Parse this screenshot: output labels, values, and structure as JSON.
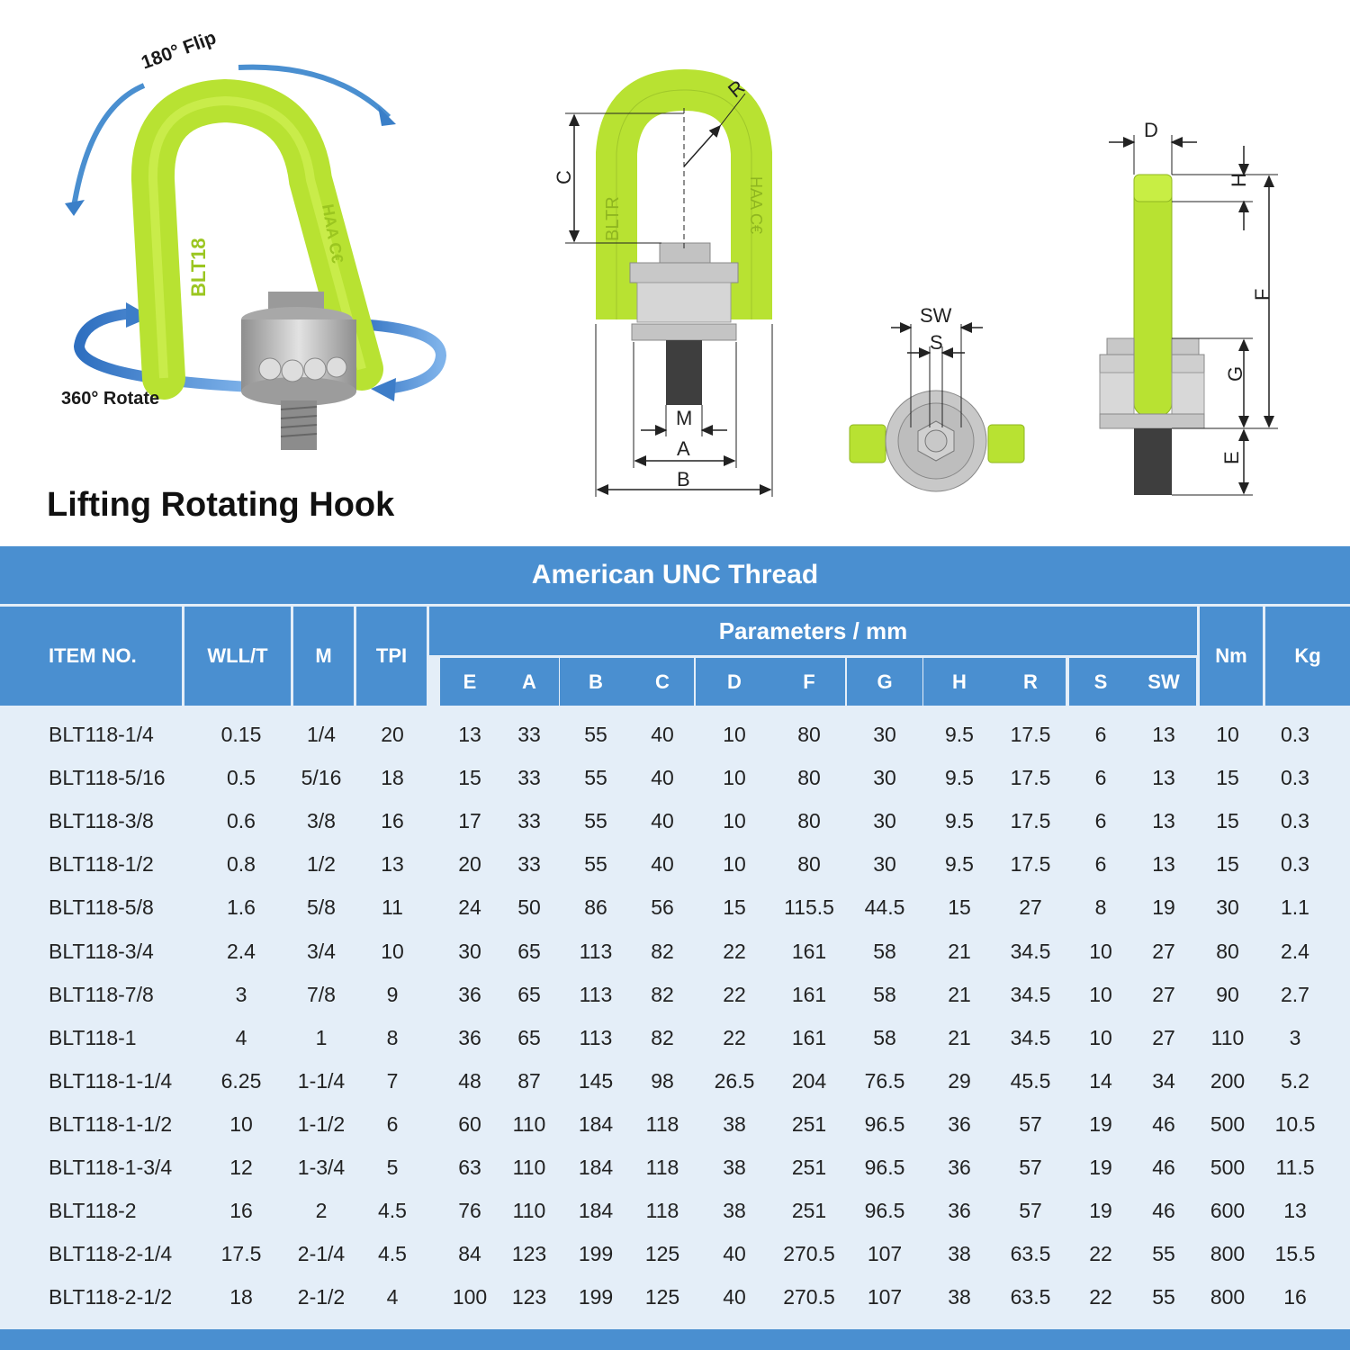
{
  "hero": {
    "title": "Lifting Rotating Hook",
    "flip_label": "180° Flip",
    "rotate_label": "360° Rotate",
    "ring_text_left": "BLT18",
    "ring_text_right": "HAA C€"
  },
  "drawing": {
    "front_ring_left": "BLTR",
    "front_ring_right": "HAA C€",
    "labels": {
      "R": "R",
      "C": "C",
      "M": "M",
      "A": "A",
      "B": "B",
      "SW": "SW",
      "S": "S",
      "D": "D",
      "H": "H",
      "F": "F",
      "G": "G",
      "E": "E"
    }
  },
  "colors": {
    "accent_blue": "#4a8fd0",
    "table_bg": "#e4eef8",
    "hook_green": "#b8e232",
    "steel": "#b5b5b5"
  },
  "table": {
    "banner": "American UNC Thread",
    "group_header": "Parameters / mm",
    "headers": {
      "item": "ITEM NO.",
      "wll": "WLL/T",
      "m": "M",
      "tpi": "TPI",
      "nm": "Nm",
      "kg": "Kg"
    },
    "param_headers": [
      "E",
      "A",
      "B",
      "C",
      "D",
      "F",
      "G",
      "H",
      "R",
      "S",
      "SW"
    ],
    "rows": [
      [
        "BLT118-1/4",
        "0.15",
        "1/4",
        "20",
        "13",
        "33",
        "55",
        "40",
        "10",
        "80",
        "30",
        "9.5",
        "17.5",
        "6",
        "13",
        "10",
        "0.3"
      ],
      [
        "BLT118-5/16",
        "0.5",
        "5/16",
        "18",
        "15",
        "33",
        "55",
        "40",
        "10",
        "80",
        "30",
        "9.5",
        "17.5",
        "6",
        "13",
        "15",
        "0.3"
      ],
      [
        "BLT118-3/8",
        "0.6",
        "3/8",
        "16",
        "17",
        "33",
        "55",
        "40",
        "10",
        "80",
        "30",
        "9.5",
        "17.5",
        "6",
        "13",
        "15",
        "0.3"
      ],
      [
        "BLT118-1/2",
        "0.8",
        "1/2",
        "13",
        "20",
        "33",
        "55",
        "40",
        "10",
        "80",
        "30",
        "9.5",
        "17.5",
        "6",
        "13",
        "15",
        "0.3"
      ],
      [
        "BLT118-5/8",
        "1.6",
        "5/8",
        "11",
        "24",
        "50",
        "86",
        "56",
        "15",
        "115.5",
        "44.5",
        "15",
        "27",
        "8",
        "19",
        "30",
        "1.1"
      ],
      [
        "BLT118-3/4",
        "2.4",
        "3/4",
        "10",
        "30",
        "65",
        "113",
        "82",
        "22",
        "161",
        "58",
        "21",
        "34.5",
        "10",
        "27",
        "80",
        "2.4"
      ],
      [
        "BLT118-7/8",
        "3",
        "7/8",
        "9",
        "36",
        "65",
        "113",
        "82",
        "22",
        "161",
        "58",
        "21",
        "34.5",
        "10",
        "27",
        "90",
        "2.7"
      ],
      [
        "BLT118-1",
        "4",
        "1",
        "8",
        "36",
        "65",
        "113",
        "82",
        "22",
        "161",
        "58",
        "21",
        "34.5",
        "10",
        "27",
        "110",
        "3"
      ],
      [
        "BLT118-1-1/4",
        "6.25",
        "1-1/4",
        "7",
        "48",
        "87",
        "145",
        "98",
        "26.5",
        "204",
        "76.5",
        "29",
        "45.5",
        "14",
        "34",
        "200",
        "5.2"
      ],
      [
        "BLT118-1-1/2",
        "10",
        "1-1/2",
        "6",
        "60",
        "110",
        "184",
        "118",
        "38",
        "251",
        "96.5",
        "36",
        "57",
        "19",
        "46",
        "500",
        "10.5"
      ],
      [
        "BLT118-1-3/4",
        "12",
        "1-3/4",
        "5",
        "63",
        "110",
        "184",
        "118",
        "38",
        "251",
        "96.5",
        "36",
        "57",
        "19",
        "46",
        "500",
        "11.5"
      ],
      [
        "BLT118-2",
        "16",
        "2",
        "4.5",
        "76",
        "110",
        "184",
        "118",
        "38",
        "251",
        "96.5",
        "36",
        "57",
        "19",
        "46",
        "600",
        "13"
      ],
      [
        "BLT118-2-1/4",
        "17.5",
        "2-1/4",
        "4.5",
        "84",
        "123",
        "199",
        "125",
        "40",
        "270.5",
        "107",
        "38",
        "63.5",
        "22",
        "55",
        "800",
        "15.5"
      ],
      [
        "BLT118-2-1/2",
        "18",
        "2-1/2",
        "4",
        "100",
        "123",
        "199",
        "125",
        "40",
        "270.5",
        "107",
        "38",
        "63.5",
        "22",
        "55",
        "800",
        "16"
      ]
    ]
  }
}
